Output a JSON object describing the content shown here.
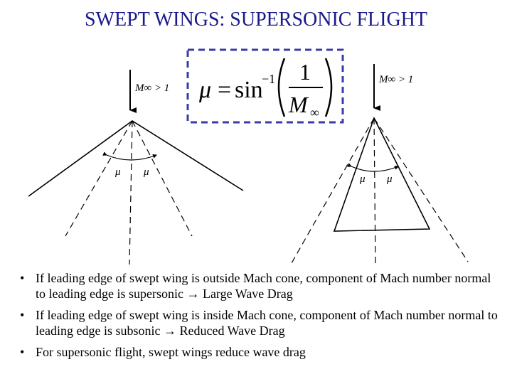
{
  "title": "SWEPT WINGS: SUPERSONIC FLIGHT",
  "formula": {
    "lhs": "μ",
    "equals": "=",
    "func": "sin",
    "exponent": "−1",
    "numerator": "1",
    "denominator_symbol": "M",
    "denominator_subscript": "∞",
    "box_color": "#3a3aa8"
  },
  "left_figure": {
    "freestream_label": "M∞ > 1",
    "mu_left": "μ",
    "mu_right": "μ"
  },
  "right_figure": {
    "freestream_label": "M∞ > 1",
    "mu_left": "μ",
    "mu_right": "μ"
  },
  "bullets": [
    {
      "marker": "•",
      "text": "If leading edge of swept wing is outside Mach cone, component of Mach number normal to leading edge is supersonic → Large Wave Drag"
    },
    {
      "marker": "•",
      "text": "If leading edge of swept wing is inside Mach cone, component of Mach number normal to leading edge is subsonic → Reduced Wave Drag"
    },
    {
      "marker": "•",
      "text": "For supersonic flight, swept wings reduce wave drag"
    }
  ],
  "colors": {
    "title": "#1a1a8c",
    "line": "#000000"
  }
}
